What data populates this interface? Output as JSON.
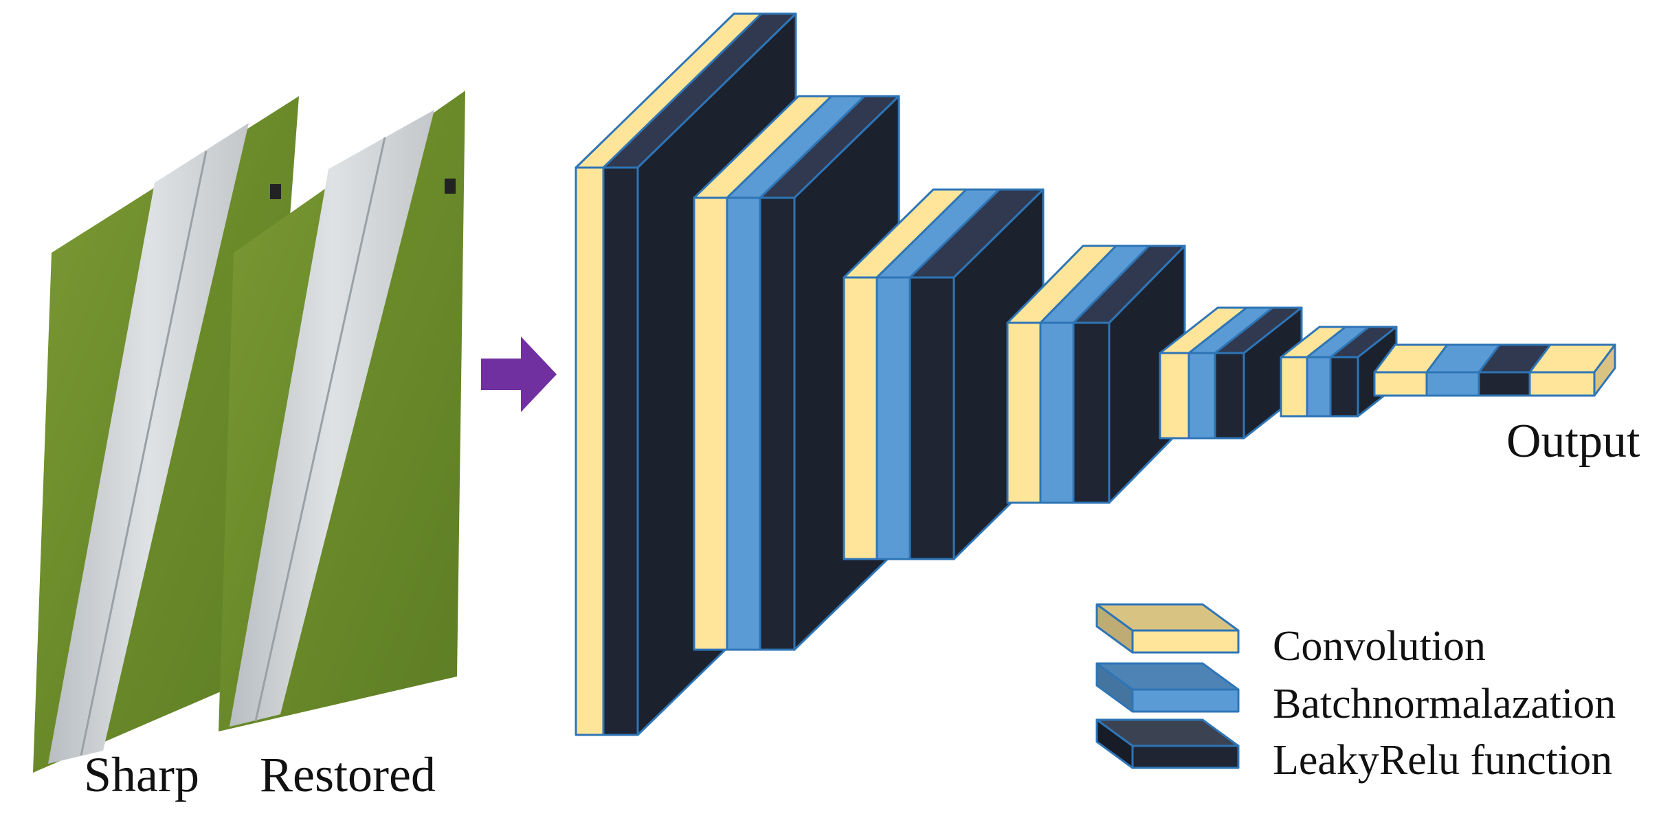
{
  "labels": {
    "sharp": "Sharp",
    "restored": "Restored",
    "output": "Output"
  },
  "legend": {
    "items": [
      {
        "key": "conv",
        "label": "Convolution"
      },
      {
        "key": "bn",
        "label": "Batchnormalazation"
      },
      {
        "key": "lrelu",
        "label": "LeakyRelu function"
      }
    ]
  },
  "colors": {
    "conv": "#ffe59a",
    "bn": "#5b9bd5",
    "lrelu": "#1f2533",
    "edge": "#2e75b6",
    "arrow": "#7030a0",
    "grass": "#6f8f2e",
    "road": "#cfd3d6"
  }
}
